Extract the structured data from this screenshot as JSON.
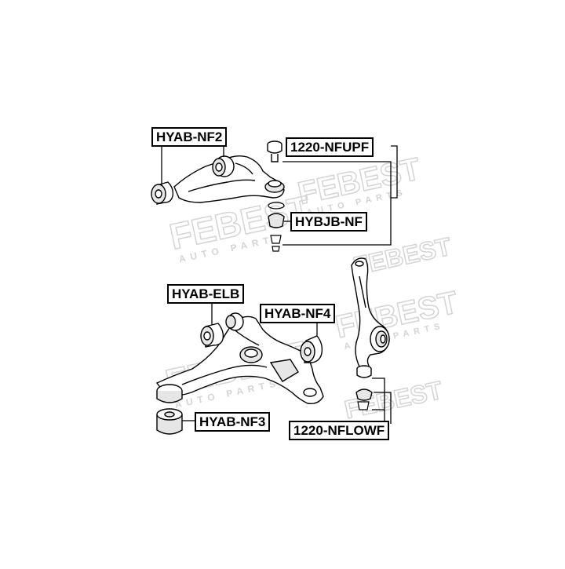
{
  "watermark": {
    "brand": "FEBEST",
    "tagline": "AUTO PARTS",
    "color": "#d9d9d9"
  },
  "labels": {
    "hyab_nf2": "HYAB-NF2",
    "nfupf": "1220-NFUPF",
    "hybjb_nf": "HYBJB-NF",
    "hyab_elb": "HYAB-ELB",
    "hyab_nf4": "HYAB-NF4",
    "hyab_nf3": "HYAB-NF3",
    "nflowf": "1220-NFLOWF"
  },
  "colors": {
    "line": "#000000",
    "part_shade": "#e6e6e6",
    "background": "#ffffff"
  }
}
